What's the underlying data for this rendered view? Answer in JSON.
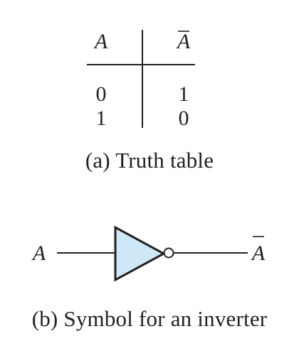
{
  "truth_table": {
    "headers": [
      "A",
      "A"
    ],
    "header_overline": [
      false,
      true
    ],
    "rows": [
      [
        "0",
        "1"
      ],
      [
        "1",
        "0"
      ]
    ],
    "caption": "(a) Truth table"
  },
  "inverter": {
    "input_label": "A",
    "output_label": "A",
    "output_overline": true,
    "fill_color": "#cfe8f7",
    "caption": "(b) Symbol for an inverter"
  }
}
